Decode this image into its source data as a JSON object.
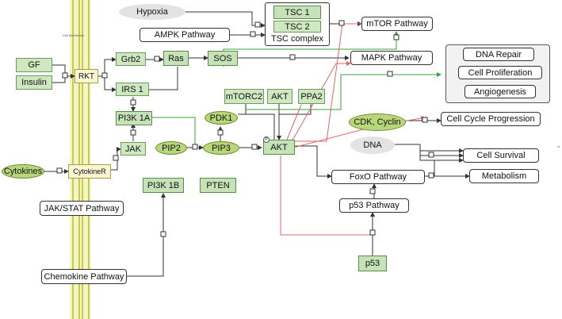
{
  "membrane_label": "Cell Membrane",
  "nodes": {
    "gf": "GF",
    "insulin": "Insulin",
    "rkt": "RKT",
    "grb2": "Grb2",
    "ras": "Ras",
    "sos": "SOS",
    "irs1": "IRS 1",
    "pi3k1a": "PI3K 1A",
    "jak": "JAK",
    "cytokines": "Cytokines",
    "cytokiner": "CytokineR",
    "jakstat": "JAK/STAT Pathway",
    "pi3k1b": "PI3K 1B",
    "pten": "PTEN",
    "chemokine": "Chemokine Pathway",
    "pip2": "PIP2",
    "pip3": "PIP3",
    "pdk1": "PDK1",
    "mtorc2": "mTORC2",
    "akt_small": "AKT",
    "ppa2": "PPA2",
    "akt_main": "AKT",
    "hypoxia": "Hypoxia",
    "ampk": "AMPK Pathway",
    "tsc1": "TSC 1",
    "tsc2": "TSC 2",
    "tsc_complex": "TSC complex",
    "mtor": "mTOR Pathway",
    "mapk": "MAPK Pathway",
    "dna_repair": "DNA Repair",
    "cell_prolif": "Cell Proliferation",
    "angiogenesis": "Angiogenesis",
    "cdk": "CDK, Cyclin",
    "cell_cycle": "Cell Cycle Progression",
    "dna": "DNA",
    "foxo": "FoxO Pathway",
    "cell_survival": "Cell Survival",
    "metabolism": "Metabolism",
    "p53path": "p53 Pathway",
    "p53": "p53",
    "akt_p": "P",
    "ct": "ct"
  },
  "colors": {
    "membrane": "#e9ec8a",
    "membrane_line": "#c7ca4a",
    "activation_edge": "#333333",
    "green_edge": "#3aa23a",
    "red_edge": "#e06666",
    "gene_fill": "#cfe8c2",
    "ellipse_fill": "#b8d67a"
  }
}
